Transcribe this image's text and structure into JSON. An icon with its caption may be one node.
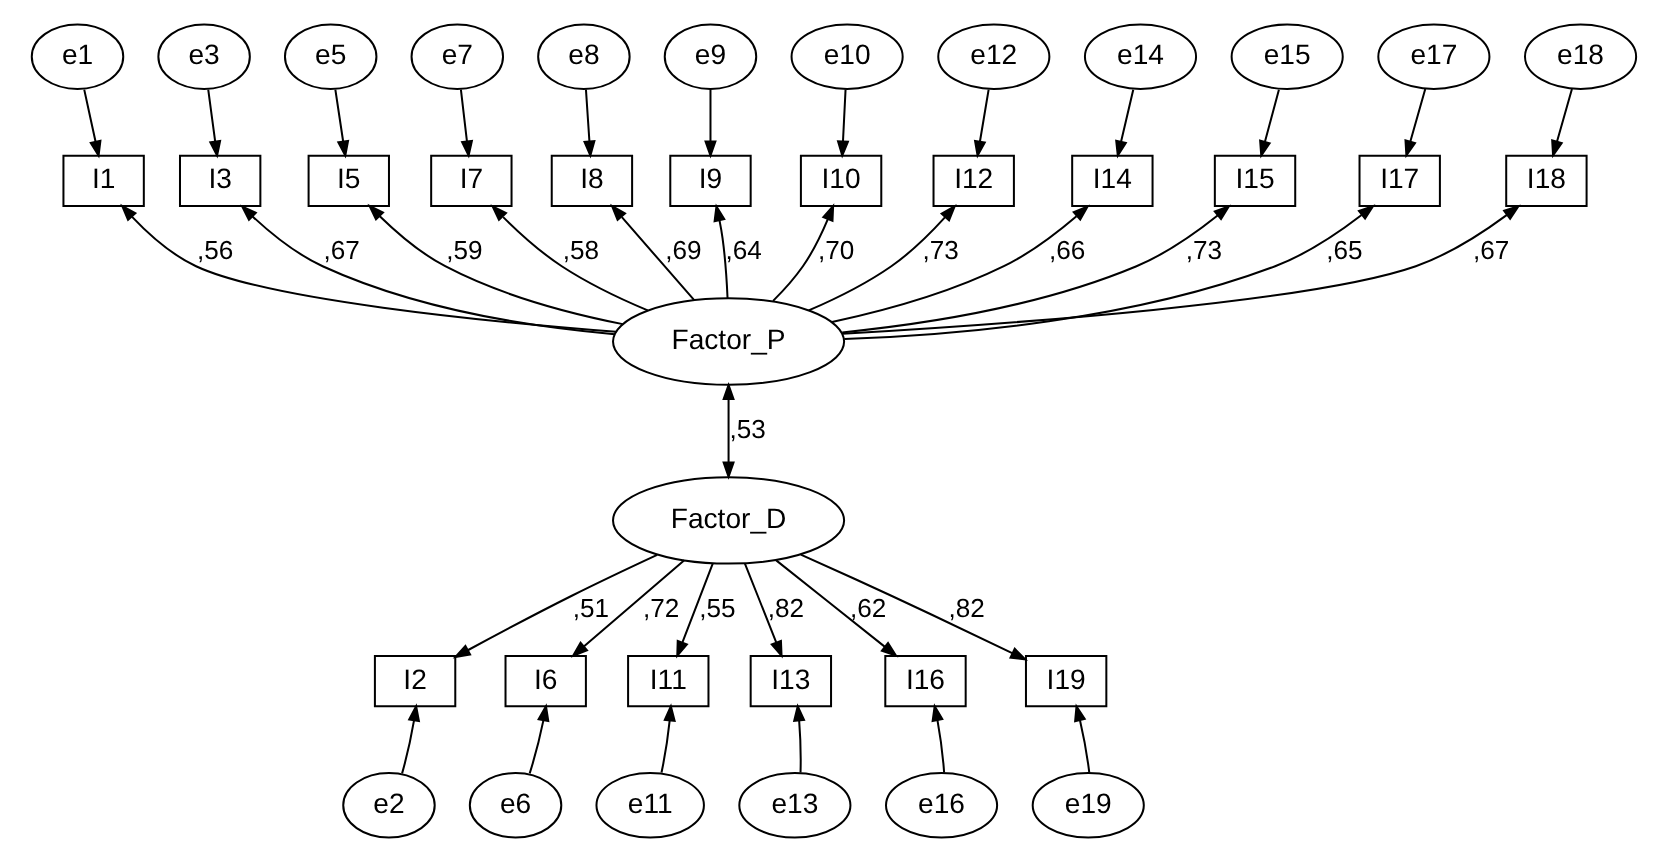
{
  "diagram": {
    "nodes": [
      {
        "text": [
          "e1"
        ]
      },
      {
        "text": [
          "e3"
        ]
      },
      {
        "text": [
          "e5"
        ]
      },
      {
        "text": [
          "e7"
        ]
      },
      {
        "text": [
          "e8"
        ]
      },
      {
        "text": [
          "e9"
        ]
      },
      {
        "text": [
          "e10"
        ]
      },
      {
        "text": [
          "e12"
        ]
      },
      {
        "text": [
          "e14"
        ]
      },
      {
        "text": [
          "e15"
        ]
      },
      {
        "text": [
          "e17"
        ]
      },
      {
        "text": [
          "e18"
        ]
      },
      {
        "text": [
          "I1"
        ]
      },
      {
        "text": [
          "I3"
        ]
      },
      {
        "text": [
          "I5"
        ]
      },
      {
        "text": [
          "I7"
        ]
      },
      {
        "text": [
          "I8"
        ]
      },
      {
        "text": [
          "I9"
        ]
      },
      {
        "text": [
          "I10"
        ]
      },
      {
        "text": [
          "I12"
        ]
      },
      {
        "text": [
          "I14"
        ]
      },
      {
        "text": [
          "I15"
        ]
      },
      {
        "text": [
          "I17"
        ]
      },
      {
        "text": [
          "I18"
        ]
      },
      {
        "text": [
          "Factor_P"
        ]
      },
      {
        "text": [
          "Factor_D"
        ]
      },
      {
        "text": [
          "I2"
        ]
      },
      {
        "text": [
          "I6"
        ]
      },
      {
        "text": [
          "I11"
        ]
      },
      {
        "text": [
          "I13"
        ]
      },
      {
        "text": [
          "I16"
        ]
      },
      {
        "text": [
          "I19"
        ]
      },
      {
        "text": [
          "e2"
        ]
      },
      {
        "text": [
          "e6"
        ]
      },
      {
        "text": [
          "e11"
        ]
      },
      {
        "text": [
          "e13"
        ]
      },
      {
        "text": [
          "e16"
        ]
      },
      {
        "text": [
          "e19"
        ]
      }
    ],
    "edges": [
      {
        "from": 0,
        "to": 12,
        "arrow": "to"
      },
      {
        "from": 1,
        "to": 13,
        "arrow": "to"
      },
      {
        "from": 2,
        "to": 14,
        "arrow": "to"
      },
      {
        "from": 3,
        "to": 15,
        "arrow": "to"
      },
      {
        "from": 4,
        "to": 16,
        "arrow": "to"
      },
      {
        "from": 5,
        "to": 17,
        "arrow": "to"
      },
      {
        "from": 6,
        "to": 18,
        "arrow": "to"
      },
      {
        "from": 7,
        "to": 19,
        "arrow": "to"
      },
      {
        "from": 8,
        "to": 20,
        "arrow": "to"
      },
      {
        "from": 9,
        "to": 21,
        "arrow": "to"
      },
      {
        "from": 10,
        "to": 22,
        "arrow": "to"
      },
      {
        "from": 11,
        "to": 23,
        "arrow": "to"
      },
      {
        "from": 24,
        "to": 12,
        "arrow": "to",
        "label": ",56"
      },
      {
        "from": 24,
        "to": 13,
        "arrow": "to",
        "label": ",67"
      },
      {
        "from": 24,
        "to": 14,
        "arrow": "to",
        "label": ",59"
      },
      {
        "from": 24,
        "to": 15,
        "arrow": "to",
        "label": ",58"
      },
      {
        "from": 24,
        "to": 16,
        "arrow": "to",
        "label": ",69"
      },
      {
        "from": 24,
        "to": 17,
        "arrow": "to",
        "label": ",64"
      },
      {
        "from": 24,
        "to": 18,
        "arrow": "to",
        "label": ",70"
      },
      {
        "from": 24,
        "to": 19,
        "arrow": "to",
        "label": ",73"
      },
      {
        "from": 24,
        "to": 20,
        "arrow": "to",
        "label": ",66"
      },
      {
        "from": 24,
        "to": 21,
        "arrow": "to",
        "label": ",73"
      },
      {
        "from": 24,
        "to": 22,
        "arrow": "to",
        "label": ",65"
      },
      {
        "from": 24,
        "to": 23,
        "arrow": "to",
        "label": ",67"
      },
      {
        "from": 24,
        "to": 25,
        "arrow": "both",
        "label": ",53"
      },
      {
        "from": 25,
        "to": 26,
        "arrow": "to",
        "label": ",51"
      },
      {
        "from": 25,
        "to": 27,
        "arrow": "to",
        "label": ",72"
      },
      {
        "from": 25,
        "to": 28,
        "arrow": "to",
        "label": ",55"
      },
      {
        "from": 25,
        "to": 29,
        "arrow": "to",
        "label": ",82"
      },
      {
        "from": 25,
        "to": 30,
        "arrow": "to",
        "label": ",62"
      },
      {
        "from": 25,
        "to": 31,
        "arrow": "to",
        "label": ",82"
      },
      {
        "from": 32,
        "to": 26,
        "arrow": "to"
      },
      {
        "from": 33,
        "to": 27,
        "arrow": "to"
      },
      {
        "from": 34,
        "to": 28,
        "arrow": "to"
      },
      {
        "from": 35,
        "to": 29,
        "arrow": "to"
      },
      {
        "from": 36,
        "to": 30,
        "arrow": "to"
      },
      {
        "from": 37,
        "to": 31,
        "arrow": "to"
      }
    ]
  }
}
